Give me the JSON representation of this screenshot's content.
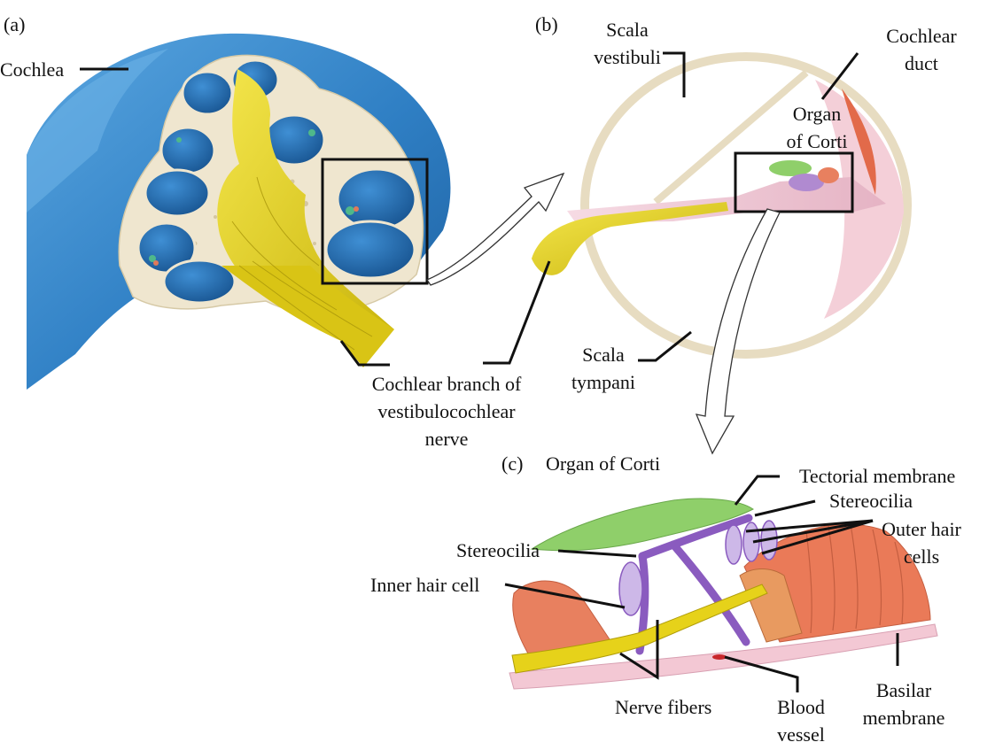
{
  "panels": {
    "a": "(a)",
    "b": "(b)",
    "c": "(c)"
  },
  "labels": {
    "cochlea": "Cochlea",
    "cochlear_branch": [
      "Cochlear branch of",
      "vestibulocochlear",
      "nerve"
    ],
    "scala_vestibuli": [
      "Scala",
      "vestibuli"
    ],
    "cochlear_duct": [
      "Cochlear",
      "duct"
    ],
    "organ_of_corti_b": [
      "Organ",
      "of Corti"
    ],
    "scala_tympani": [
      "Scala",
      "tympani"
    ],
    "organ_of_corti_c": "Organ of Corti",
    "tectorial_membrane": "Tectorial membrane",
    "stereocilia_outer": "Stereocilia",
    "outer_hair_cells": [
      "Outer hair",
      "cells"
    ],
    "stereocilia_inner": "Stereocilia",
    "inner_hair_cell": "Inner hair cell",
    "nerve_fibers": "Nerve fibers",
    "blood_vessel": [
      "Blood",
      "vessel"
    ],
    "basilar_membrane": [
      "Basilar",
      "membrane"
    ]
  },
  "colors": {
    "cochlea_blue": "#2f7fc4",
    "nerve_yellow": "#e6d21a",
    "bone_cream": "#efe6cf",
    "membrane_pink": "#e9b9c9",
    "tectorial_green": "#8fcf6a",
    "hair_cell_purple": "#8a5bbf",
    "support_cell_orange": "#e8805f"
  }
}
